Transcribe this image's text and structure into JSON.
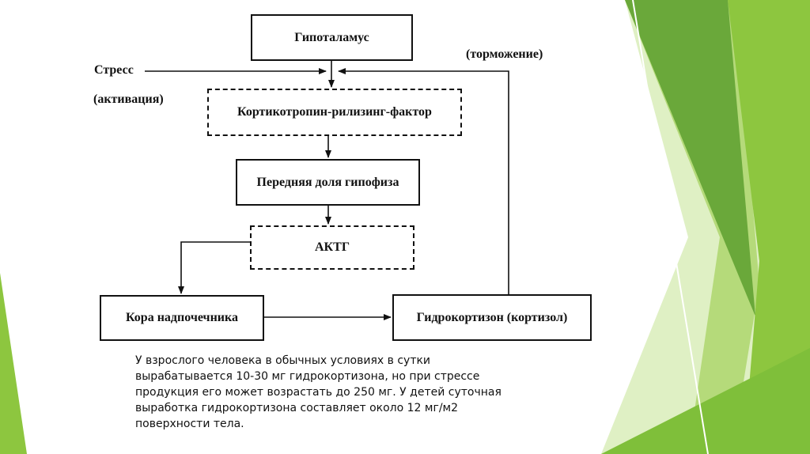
{
  "diagram": {
    "boxes": {
      "hypothalamus": "Гипоталамус",
      "crf": "Кортикотропин-рилизинг-фактор",
      "anterior_pituitary": "Передняя доля гипофиза",
      "acth": "АКТГ",
      "adrenal_cortex": "Кора надпочечника",
      "hydrocortisone": "Гидрокортизон  (кортизол)"
    },
    "labels": {
      "stress": "Стресс",
      "activation": "(активация)",
      "inhibition": "(торможение)"
    }
  },
  "caption": "У взрослого человека в обычных условиях в сутки вырабатывается 10-30 мг гидрокортизона, но при стрессе продукция его может возрастать до 250 мг. У детей суточная выработка гидрокортизона составляет около 12 мг/м2 поверхности тела.",
  "colors": {
    "accent_light": "#c8e59a",
    "accent_mid": "#8dc63f",
    "accent_dark": "#6aa83a",
    "line": "#111111"
  }
}
